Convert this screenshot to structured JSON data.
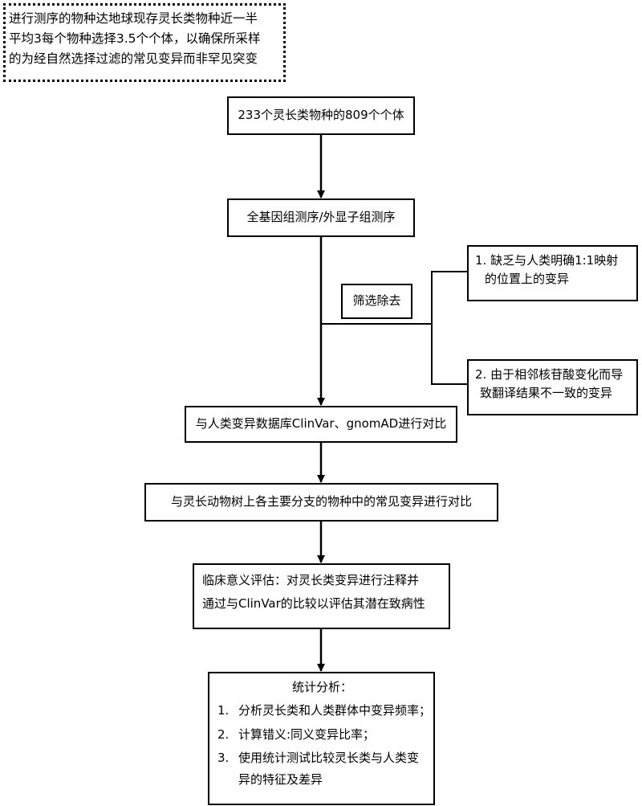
{
  "note": {
    "lines": [
      "进行测序的物种达地球现存灵长类物种近一半",
      "平均3每个物种选择3.5个个体，以确保所采样",
      "的为经自然选择过滤的常见变异而非罕见突变"
    ]
  },
  "steps": {
    "step1": "233个灵长类物种的809个个体",
    "step2": "全基因组测序/外显子组测序",
    "filter_label": "筛选除去",
    "filter1": [
      "1. 缺乏与人类明确1:1映射",
      "的位置上的变异"
    ],
    "filter2": [
      "2. 由于相邻核苷酸变化而导",
      "致翻译结果不一致的变异"
    ],
    "step3": "与人类变异数据库ClinVar、gnomAD进行对比",
    "step4": "与灵长动物树上各主要分支的物种中的常见变异进行对比",
    "step5": [
      "临床意义评估：对灵长类变异进行注释并",
      "通过与ClinVar的比较以评估其潜在致病性"
    ],
    "stats": {
      "title": "统计分析：",
      "items": [
        {
          "num": "1.",
          "text": "分析灵长类和人类群体中变异频率；"
        },
        {
          "num": "2.",
          "text": "计算错义:同义变异比率；"
        },
        {
          "num": "3.",
          "text": "使用统计测试比较灵长类与人类变",
          "cont": "异的特征及差异"
        }
      ]
    }
  }
}
